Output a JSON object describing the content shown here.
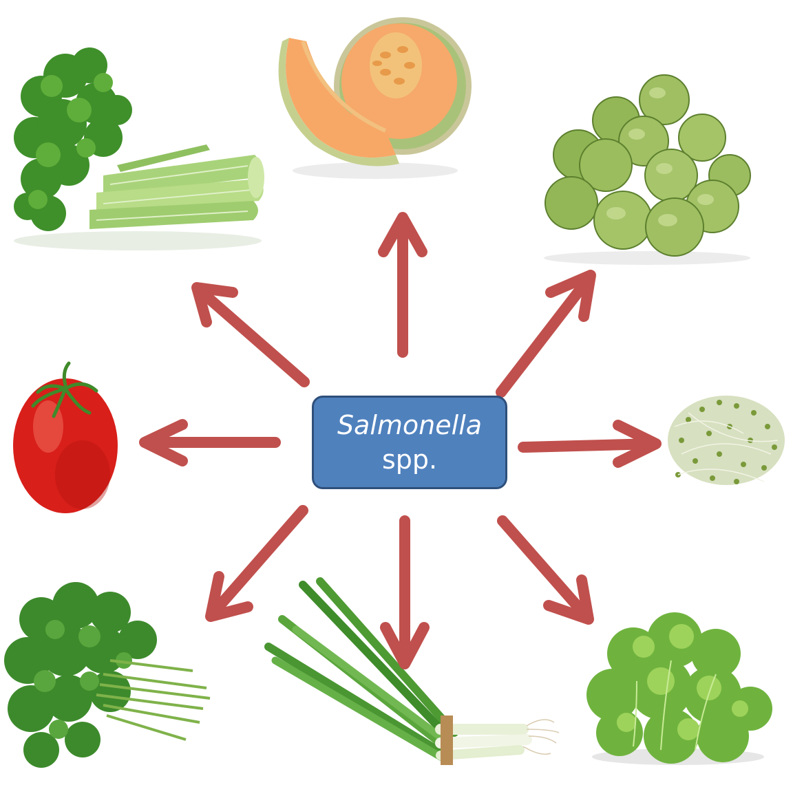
{
  "center": {
    "genus": "Salmonella",
    "species": "spp."
  },
  "colors": {
    "arrow": "#c0504d",
    "box_fill": "#4f81bd",
    "box_border": "#2e4f7a",
    "box_text": "#ffffff",
    "background": "#ffffff"
  },
  "produce": [
    {
      "name": "celery"
    },
    {
      "name": "cantaloupe"
    },
    {
      "name": "brussels-sprouts"
    },
    {
      "name": "tomato"
    },
    {
      "name": "alfalfa-sprouts"
    },
    {
      "name": "cilantro"
    },
    {
      "name": "green-onions"
    },
    {
      "name": "lettuce"
    }
  ]
}
